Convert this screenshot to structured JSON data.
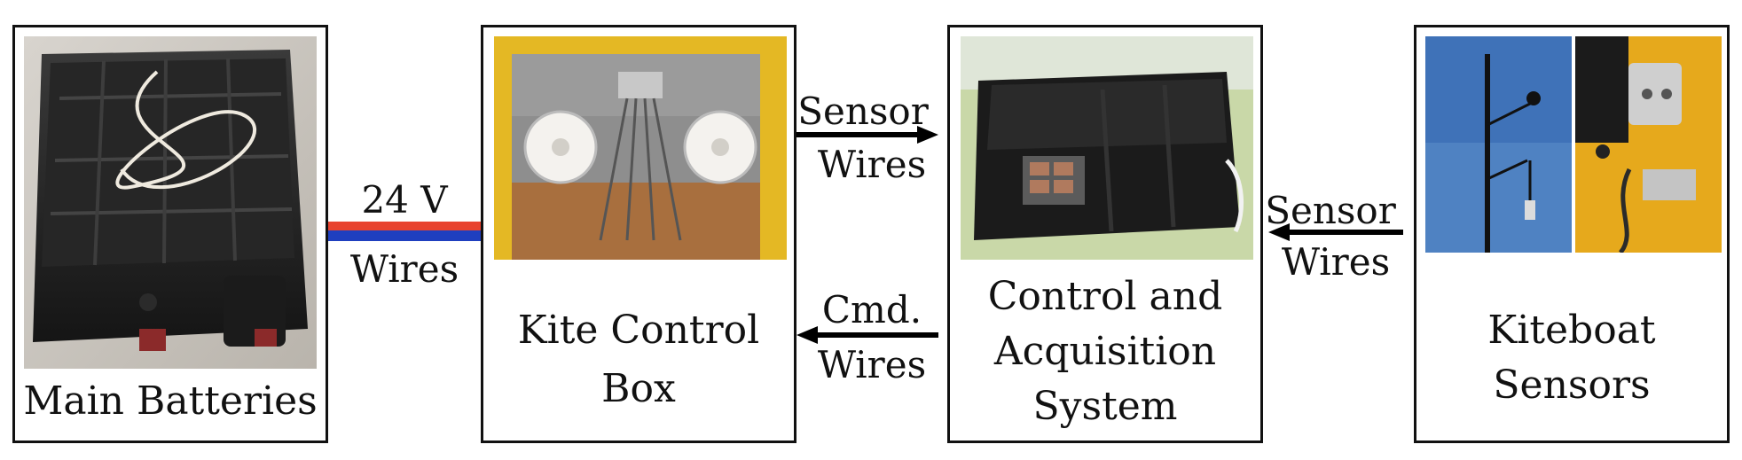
{
  "blocks": {
    "batteries": {
      "label": "Main Batteries",
      "image": "battery-case-photo"
    },
    "kite_control_box": {
      "label_line1": "Kite Control",
      "label_line2": "Box",
      "image": "kite-control-box-photo"
    },
    "control_acquisition": {
      "label_line1": "Control and",
      "label_line2": "Acquisition",
      "label_line3": "System",
      "image": "control-case-photo"
    },
    "kiteboat_sensors": {
      "label_line1": "Kiteboat",
      "label_line2": "Sensors",
      "image": "sensor-mast-photo"
    }
  },
  "connections": {
    "power": {
      "top": "24 V",
      "bottom": "Wires",
      "color_top": "#e8432f",
      "color_bottom": "#1f3fbf"
    },
    "sensor_to_control": {
      "top": "Sensor",
      "bottom": "Wires",
      "direction": "right"
    },
    "command": {
      "top": "Cmd.",
      "bottom": "Wires",
      "direction": "left"
    },
    "sensor_from_boat": {
      "top": "Sensor",
      "bottom": "Wires",
      "direction": "left"
    }
  }
}
